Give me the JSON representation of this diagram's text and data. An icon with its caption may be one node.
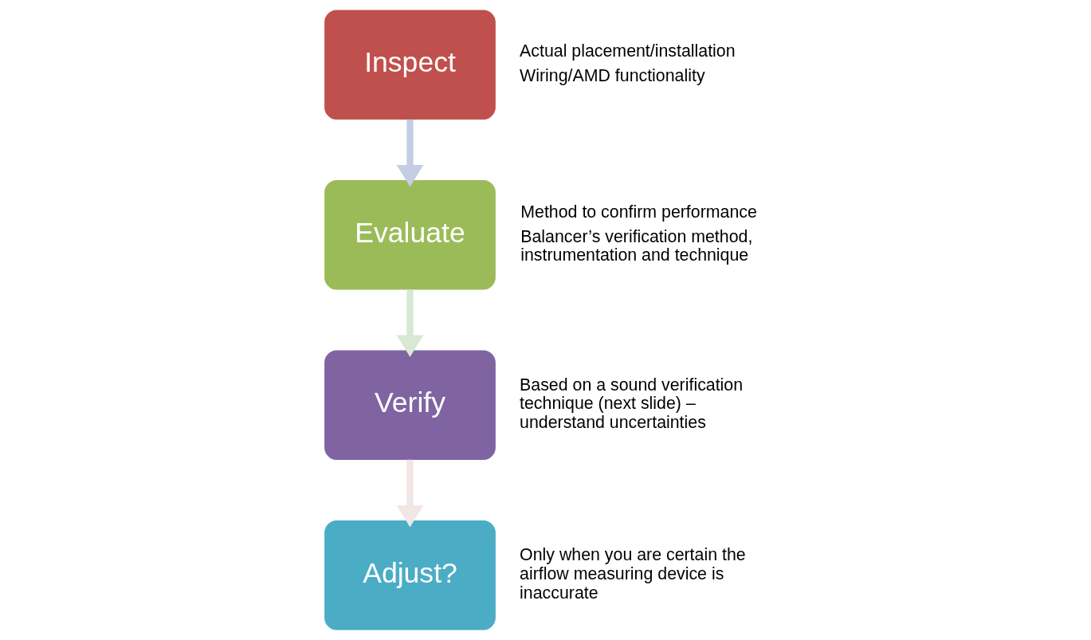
{
  "diagram": {
    "nodes": [
      {
        "text": [
          "Inspect"
        ],
        "beside": [
          "Actual placement/installation",
          "Wiring/AMD functionality"
        ]
      },
      {
        "text": [
          "Evaluate"
        ],
        "beside": [
          "Method to confirm performance",
          "Balancer’s verification method, instrumentation and technique"
        ]
      },
      {
        "text": [
          "Verify"
        ],
        "beside": [
          "Based on a sound verification technique (next slide) – understand uncertainties"
        ]
      },
      {
        "text": [
          "Adjust?"
        ],
        "beside": [
          "Only when you are certain the airflow measuring device is inaccurate"
        ]
      }
    ],
    "edges": [
      {
        "from": 0,
        "to": 1,
        "arrow": "to",
        "color": "#c3cde3"
      },
      {
        "from": 1,
        "to": 2,
        "arrow": "to",
        "color": "#d8e8d4"
      },
      {
        "from": 2,
        "to": 3,
        "arrow": "to",
        "color": "#f2e6e5"
      }
    ]
  }
}
